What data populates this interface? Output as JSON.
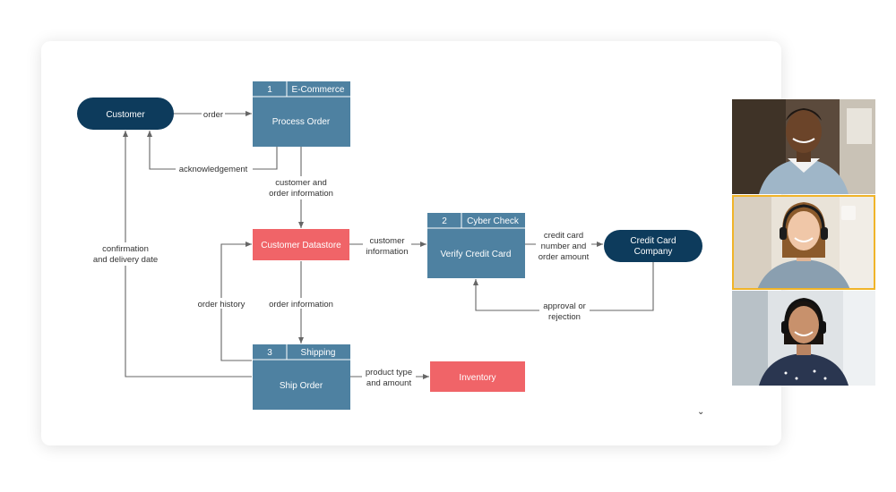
{
  "diagram": {
    "externals": {
      "customer": "Customer",
      "credit_card_company": [
        "Credit Card",
        "Company"
      ]
    },
    "processes": {
      "p1": {
        "number": "1",
        "group": "E-Commerce",
        "name": "Process Order"
      },
      "p2": {
        "number": "2",
        "group": "Cyber Check",
        "name": "Verify Credit Card"
      },
      "p3": {
        "number": "3",
        "group": "Shipping",
        "name": "Ship Order"
      }
    },
    "stores": {
      "customer_datastore": "Customer Datastore",
      "inventory": "Inventory"
    },
    "flows": {
      "order": "order",
      "acknowledgement": "acknowledgement",
      "customer_order_info": [
        "customer and",
        "order information"
      ],
      "confirmation": [
        "confirmation",
        "and delivery date"
      ],
      "customer_information": [
        "customer",
        "information"
      ],
      "cc_number_amount": [
        "credit card",
        "number and",
        "order amount"
      ],
      "approval": [
        "approval or",
        "rejection"
      ],
      "order_history": "order history",
      "order_information": "order information",
      "product_type": [
        "product type",
        "and amount"
      ]
    },
    "colors": {
      "process": "#4e81a1",
      "external": "#0d3b5c",
      "store": "#f06468",
      "line": "#666666"
    }
  },
  "video_call": {
    "participants": [
      {
        "avatar": "participant-1-avatar"
      },
      {
        "avatar": "participant-2-avatar",
        "active": true
      },
      {
        "avatar": "participant-3-avatar"
      }
    ],
    "chevron": "⌄"
  }
}
